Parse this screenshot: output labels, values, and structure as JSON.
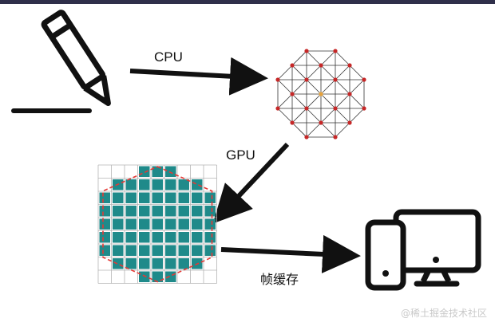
{
  "labels": {
    "cpu": "CPU",
    "gpu": "GPU",
    "framebuffer": "帧缓存"
  },
  "watermark": "@稀土掘金技术社区",
  "icons": [
    "pen-icon",
    "wireframe-mesh-icon",
    "rasterized-grid-icon",
    "devices-icon"
  ],
  "colors": {
    "stroke": "#111111",
    "node": "#c62828",
    "node_center": "#e6a23c",
    "pixel_fill": "#1f8a8a",
    "outline": "#e53935",
    "grid": "#b5b5b5"
  }
}
